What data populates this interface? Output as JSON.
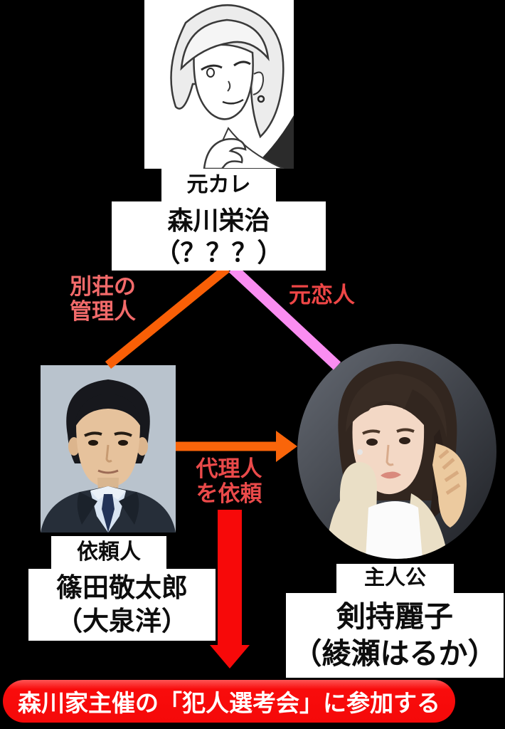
{
  "top_character": {
    "role": "元カレ",
    "name": "森川栄治",
    "actor": "（？？？）"
  },
  "left_character": {
    "role": "依頼人",
    "name": "篠田敬太郎",
    "actor": "（大泉洋）"
  },
  "right_character": {
    "role": "主人公",
    "name": "剣持麗子",
    "actor": "（綾瀬はるか）"
  },
  "relationships": {
    "villa_caretaker": {
      "line1": "別荘の",
      "line2": "管理人",
      "label_color": "#f26a6a",
      "line_color": "#f95f06"
    },
    "ex_lover": {
      "label": "元恋人",
      "label_color": "#ee4646",
      "line_color": "#fa8df1"
    },
    "request_agent": {
      "line1": "代理人",
      "line2": "を依頼",
      "label_color": "#ea4a4a",
      "arrow_color": "#f9650a"
    },
    "participate": {
      "arrow_color": "#f70909"
    }
  },
  "banner": {
    "text": "森川家主催の「犯人選考会」に参加する",
    "bg_color": "#f90c0c",
    "text_color": "#ffffff"
  },
  "canvas": {
    "background": "#000000",
    "box_background": "#ffffff",
    "box_text_color": "#0d0d0d"
  }
}
